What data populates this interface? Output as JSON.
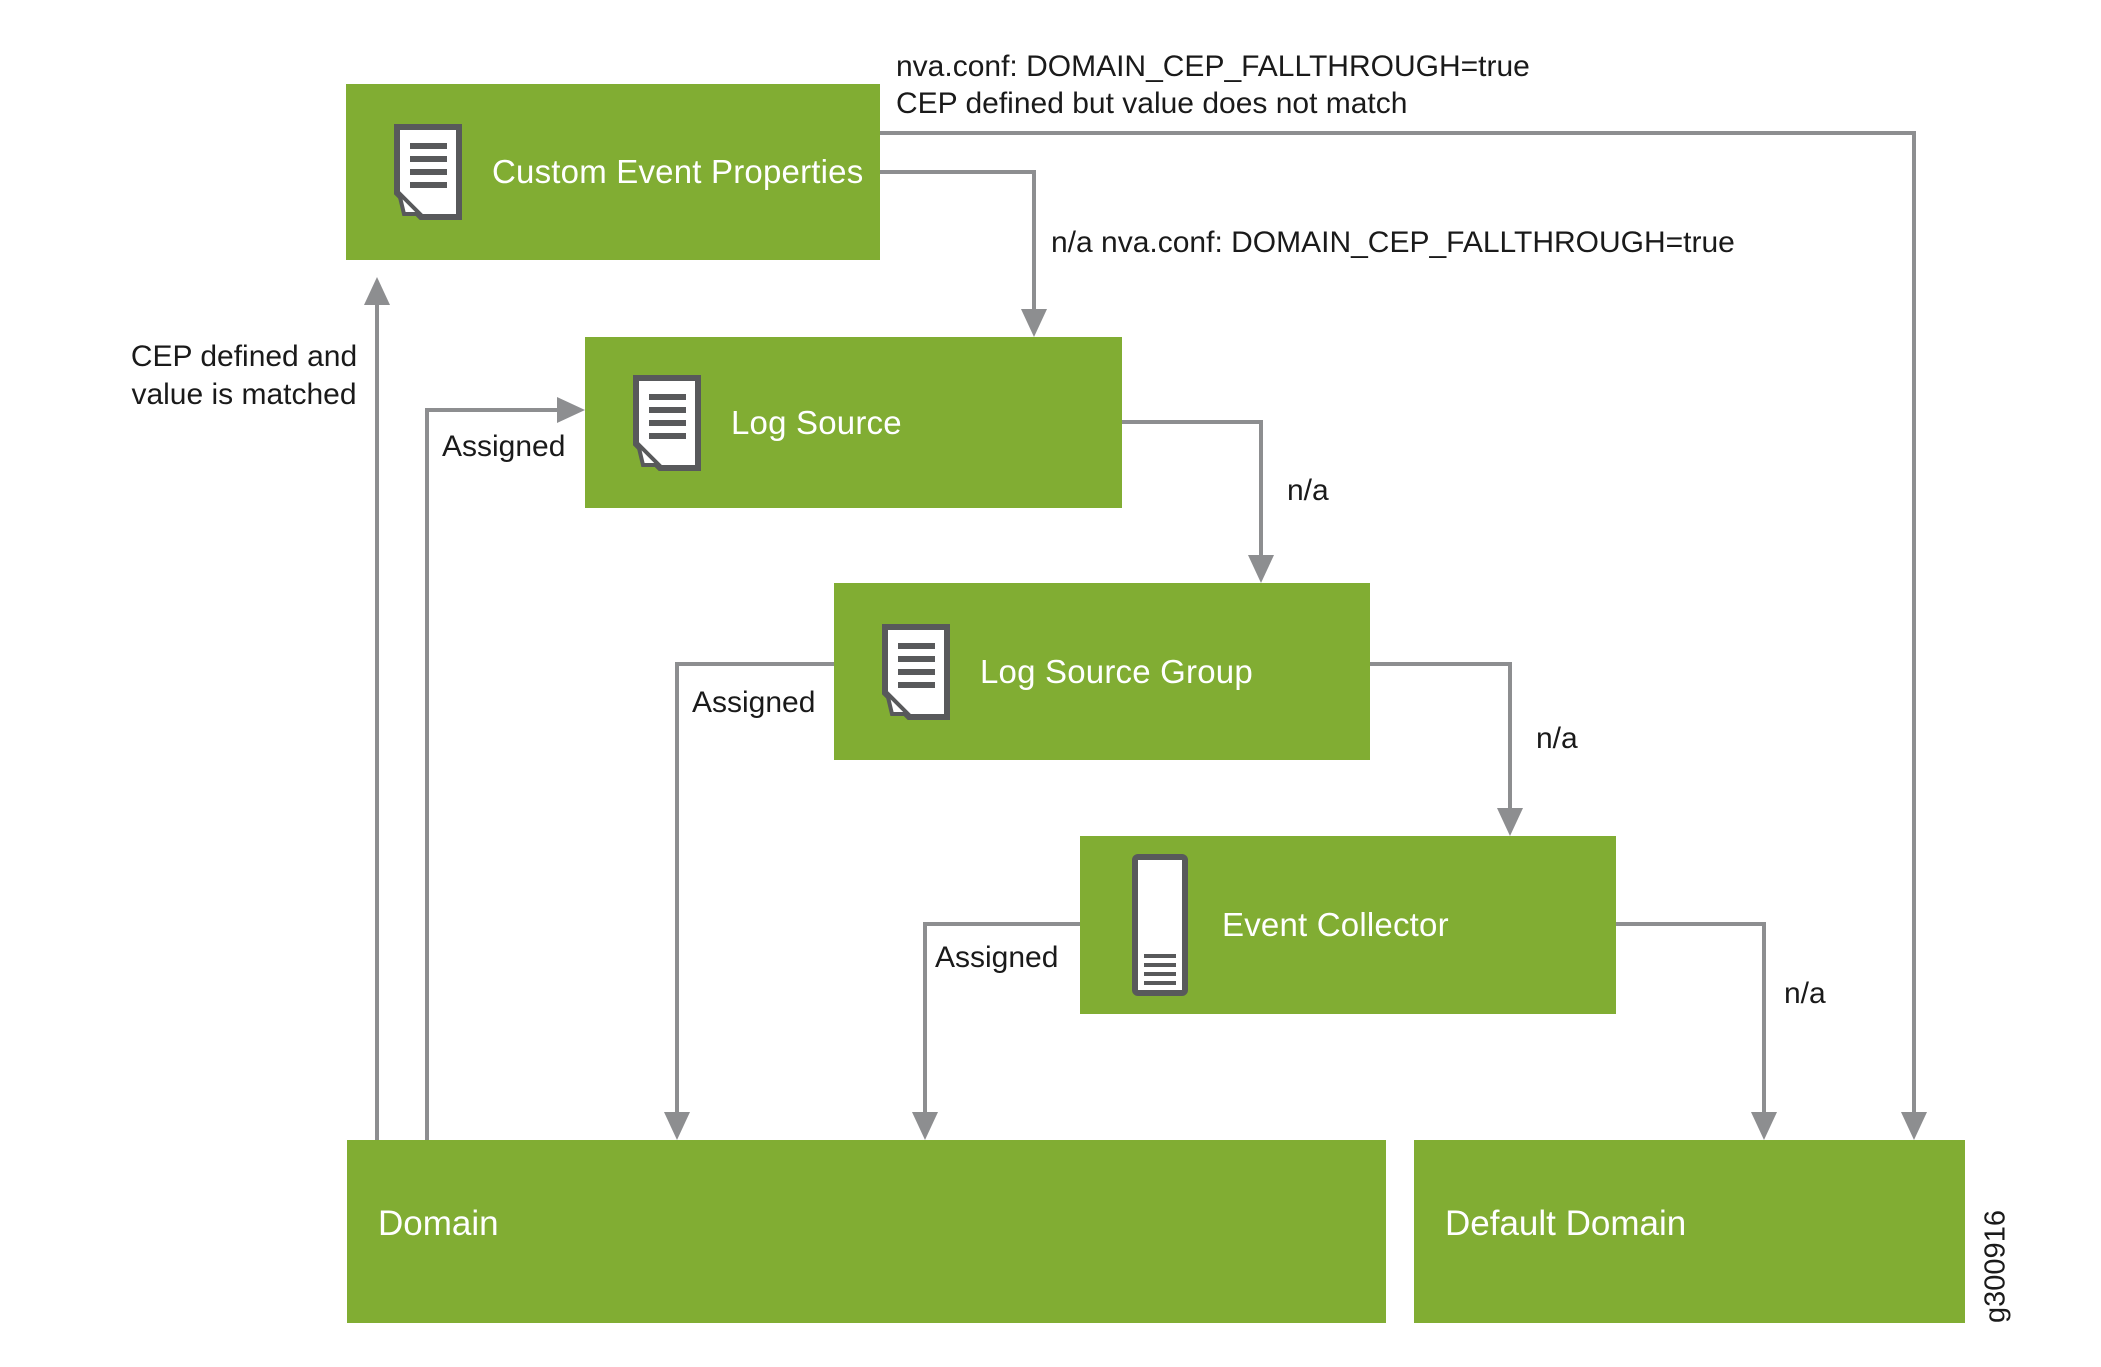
{
  "figure_id": "g300916",
  "colors": {
    "box_green": "#81AD33",
    "connector_gray": "#8D8E90",
    "icon_stroke_gray": "#58595B",
    "label_black": "#1A1A1A",
    "box_text_white": "#FFFFFF"
  },
  "nodes": {
    "custom_event_properties": {
      "label": "Custom Event Properties",
      "icon": "document-icon"
    },
    "log_source": {
      "label": "Log Source",
      "icon": "document-icon"
    },
    "log_source_group": {
      "label": "Log Source Group",
      "icon": "document-icon"
    },
    "event_collector": {
      "label": "Event Collector",
      "icon": "server-icon"
    },
    "domain": {
      "label": "Domain"
    },
    "default_domain": {
      "label": "Default Domain"
    }
  },
  "annotations": {
    "fallthrough_no_match": {
      "line1": "nva.conf: DOMAIN_CEP_FALLTHROUGH=true",
      "line2": "CEP defined but value does not match"
    },
    "fallthrough_na": "n/a nva.conf: DOMAIN_CEP_FALLTHROUGH=true",
    "cep_matched": {
      "line1": "CEP defined and",
      "line2": "value is matched"
    },
    "assigned_log_source": "Assigned",
    "assigned_log_source_group": "Assigned",
    "assigned_event_collector": "Assigned",
    "na_to_log_source_group": "n/a",
    "na_to_event_collector": "n/a",
    "na_to_default_domain": "n/a"
  }
}
